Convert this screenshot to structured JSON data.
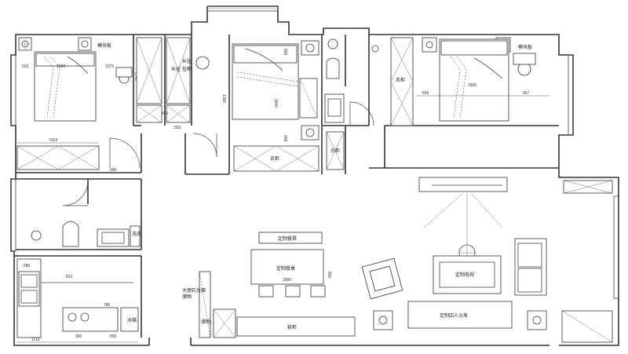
{
  "rooms": {
    "bedroom_left": {
      "headboard_label": "模块板"
    },
    "bedroom_right": {
      "headboard_label": "模块板"
    },
    "master_bedroom": {},
    "bath_right": {},
    "bath_left": {},
    "kitchen": {},
    "living": {}
  },
  "furniture_labels": {
    "wardrobe_right": "衣柜",
    "wardrobe_center": "衣柜",
    "wardrobe_bath": "衣柜",
    "hang_cabinet": "长挂",
    "hang_cabinet_2": "长挂",
    "hang_cabinet_3": "挂柜",
    "dining_side": "定制餐凳",
    "dining_table": "定制餐桌",
    "tv_cabinet": "定制电视",
    "sofa": "定制四人沙发",
    "shoe_cabinet": "鞋柜",
    "tall_cabinet": "大理石台面",
    "tall_cabinet_2": "储物",
    "side_cabinet": "储物",
    "fridge_cabinet": "冰箱",
    "wash_cabinet": "洗衣"
  },
  "dimensions": {
    "d503": "503",
    "d1500": "1500",
    "d1075": "1075",
    "d1740": "1740",
    "d7004": "7004",
    "d996": "996",
    "d450": "450",
    "d552": "552",
    "d1390": "1390",
    "d1800": "1800",
    "d869": "869",
    "d499": "499",
    "d500": "500",
    "d836": "836",
    "d1800r": "1800",
    "d967": "967",
    "d580": "580",
    "d822": "822",
    "d786": "786",
    "d1119": "1119",
    "d900": "900",
    "d895": "895",
    "d2000": "2000",
    "d850": "850"
  }
}
